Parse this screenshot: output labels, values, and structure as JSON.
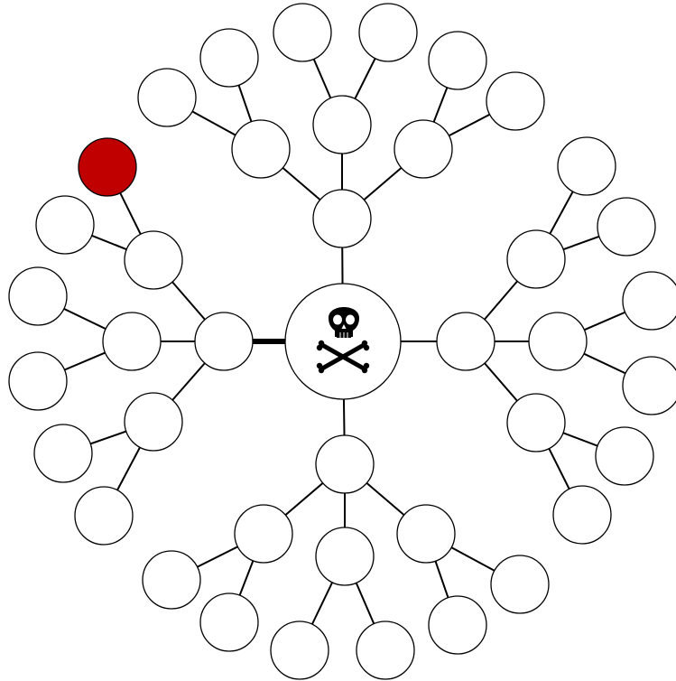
{
  "diagram": {
    "colors": {
      "node_fill": "#ffffff",
      "node_stroke": "#000000",
      "marked_node_fill": "#c00000",
      "edge": "#000000"
    },
    "center_icon": "skull-and-crossbones-icon",
    "branches": [
      {
        "direction": "up"
      },
      {
        "direction": "right"
      },
      {
        "direction": "down"
      },
      {
        "direction": "left",
        "thick_link_to_center": true,
        "marked_leaf": "top-leaf-of-upper-child"
      }
    ]
  }
}
